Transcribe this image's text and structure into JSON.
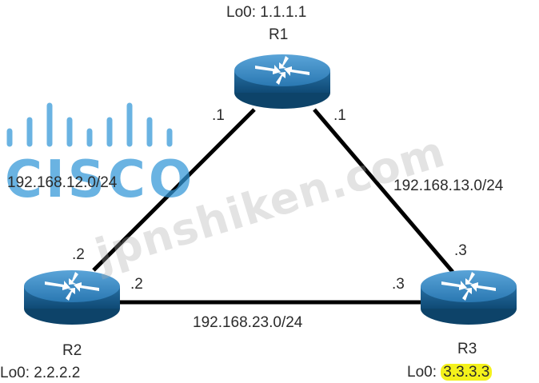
{
  "routers": {
    "r1": {
      "name": "R1",
      "loopback": "Lo0: 1.1.1.1"
    },
    "r2": {
      "name": "R2",
      "loopback": "Lo0: 2.2.2.2"
    },
    "r3": {
      "name": "R3",
      "loopback_prefix": "Lo0: ",
      "loopback_value": "3.3.3.3"
    }
  },
  "links": {
    "r1_r2": {
      "network": "192.168.12.0/24",
      "r1_end": ".1",
      "r2_end": ".2"
    },
    "r1_r3": {
      "network": "192.168.13.0/24",
      "r1_end": ".1",
      "r3_end": ".3"
    },
    "r2_r3": {
      "network": "192.168.23.0/24",
      "r2_end": ".2",
      "r3_end": ".3"
    }
  },
  "watermark": {
    "logo_text": "CISCO",
    "site_text": "jpnshiken.com"
  },
  "colors": {
    "router_body": "#1c5f8f",
    "router_top": "#3a8cc6",
    "link": "#000000",
    "highlight": "#f4f11b",
    "cisco_logo": "#3196d7"
  }
}
